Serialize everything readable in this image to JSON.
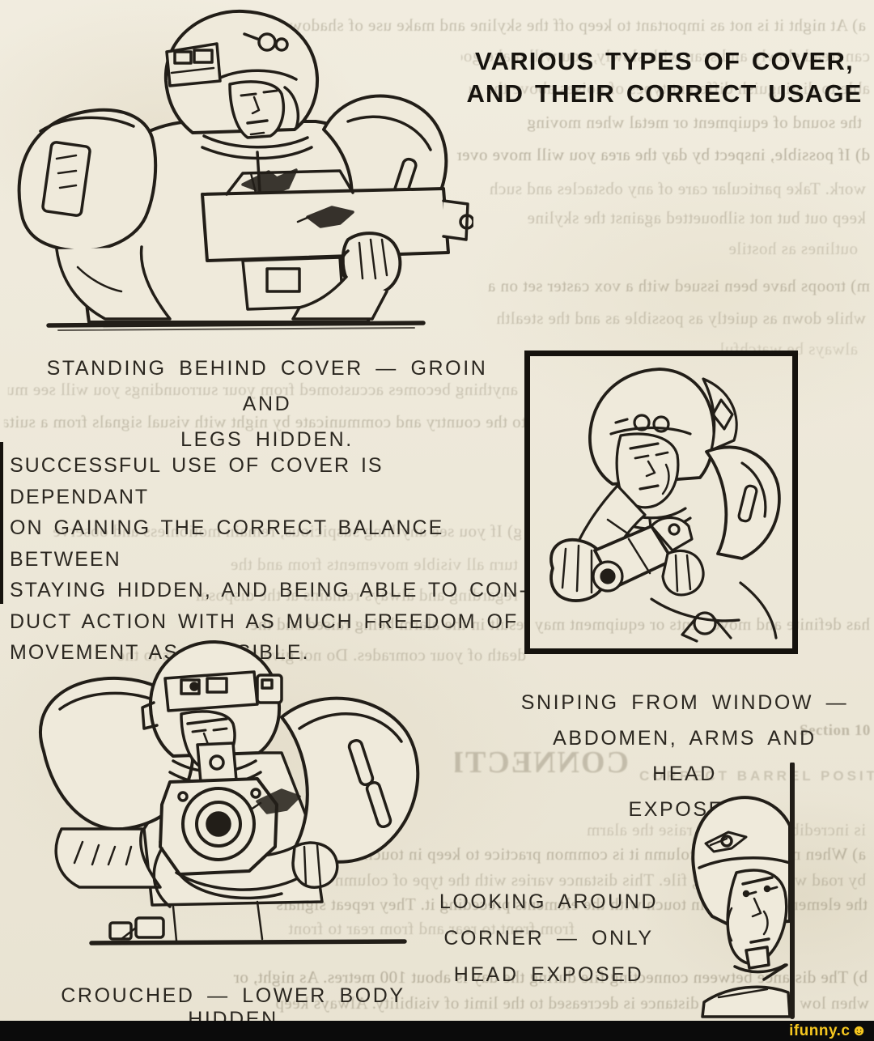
{
  "title": {
    "line1": "VARIOUS TYPES OF COVER,",
    "line2": "AND THEIR CORRECT USAGE"
  },
  "captions": {
    "standing": {
      "line1": "STANDING BEHIND COVER — GROIN AND",
      "line2": "LEGS HIDDEN."
    },
    "body_paragraph": {
      "line1": "SUCCESSFUL USE OF COVER IS DEPENDANT",
      "line2": "ON GAINING THE CORRECT BALANCE BETWEEN",
      "line3": "STAYING HIDDEN, AND BEING ABLE TO CON-",
      "line4": "DUCT ACTION WITH AS MUCH FREEDOM OF",
      "line5": "MOVEMENT AS POSSIBLE."
    },
    "sniping": {
      "line1": "SNIPING FROM WINDOW —",
      "line2": "ABDOMEN, ARMS AND HEAD",
      "line3": "EXPOSED"
    },
    "corner": {
      "line1": "LOOKING AROUND",
      "line2": "CORNER — ONLY",
      "line3": "HEAD EXPOSED"
    },
    "crouched": {
      "line1": "CROUCHED — LOWER BODY HIDDEN"
    }
  },
  "illustrations": {
    "standing_soldier": "helmeted trooper standing behind wall aiming rifle to the right",
    "window_sniper": "trooper aiming weapon downward out of a window frame",
    "crouched_soldier": "trooper crouched behind ledge aiming weapon at viewer",
    "corner_peek": "trooper head peeking around a corner edge"
  },
  "watermark": {
    "brand_text": "ifunny.c",
    "brand_smiley": "☻",
    "full": "ifunny.co",
    "bar_color": "#0b0b0b",
    "text_color": "#f6c71f"
  },
  "colors": {
    "paper": "#ece7d8",
    "ink": "#221e18",
    "bleed": "#857c66"
  },
  "bleedthrough": {
    "section_label": "Section 10",
    "heading": "CONNECTING",
    "subheading": "CORRECT BARREL POSITION",
    "lines": [
      "a) At night it is not as important to keep off the skyline and make use of shadows. If you",
      "can tread slowly and scan with slowly, you will make good progress, and you will be",
      "able to distinguish different types of noises above the general",
      "the sound of equipment or metal when moving",
      "d) If possible, inspect by day the area you will move over by night and mark",
      "work. Take particular care of any obstacles and such",
      "keep out but not silhouetted against the skyline",
      "outlines as hostile",
      "m) troops have been issued with a vox caster set on a",
      "while down as quietly as possible as and the stealth",
      "always be watchful",
      "anything becomes accustomed from your surroundings you will see much",
      "to the country and communicate by night with visual signals from a suitable distance",
      "g) If you see anything suspicious, remain motionless and observe",
      "turn all visible movements from and the",
      "regarding and always remains at the disposal",
      "has definite and movements or equipment may result in the alarm being raised and the",
      "death of your comrades. Do not give false answers to the",
      "is incredibly important, raise the alarm",
      "a) When marching in a column it is common practice to keep in touch with",
      "by road with connecting file. This distance varies with the type of column and",
      "the elements can keep in touch with the elements preceding it. They repeat signals",
      "from front to rear and from rear to front",
      "b) The distance between connecting file during the day is about 100 metres. As night, or",
      "when low visibility the distance is decreased to the limit of visibility. Always keep"
    ]
  }
}
